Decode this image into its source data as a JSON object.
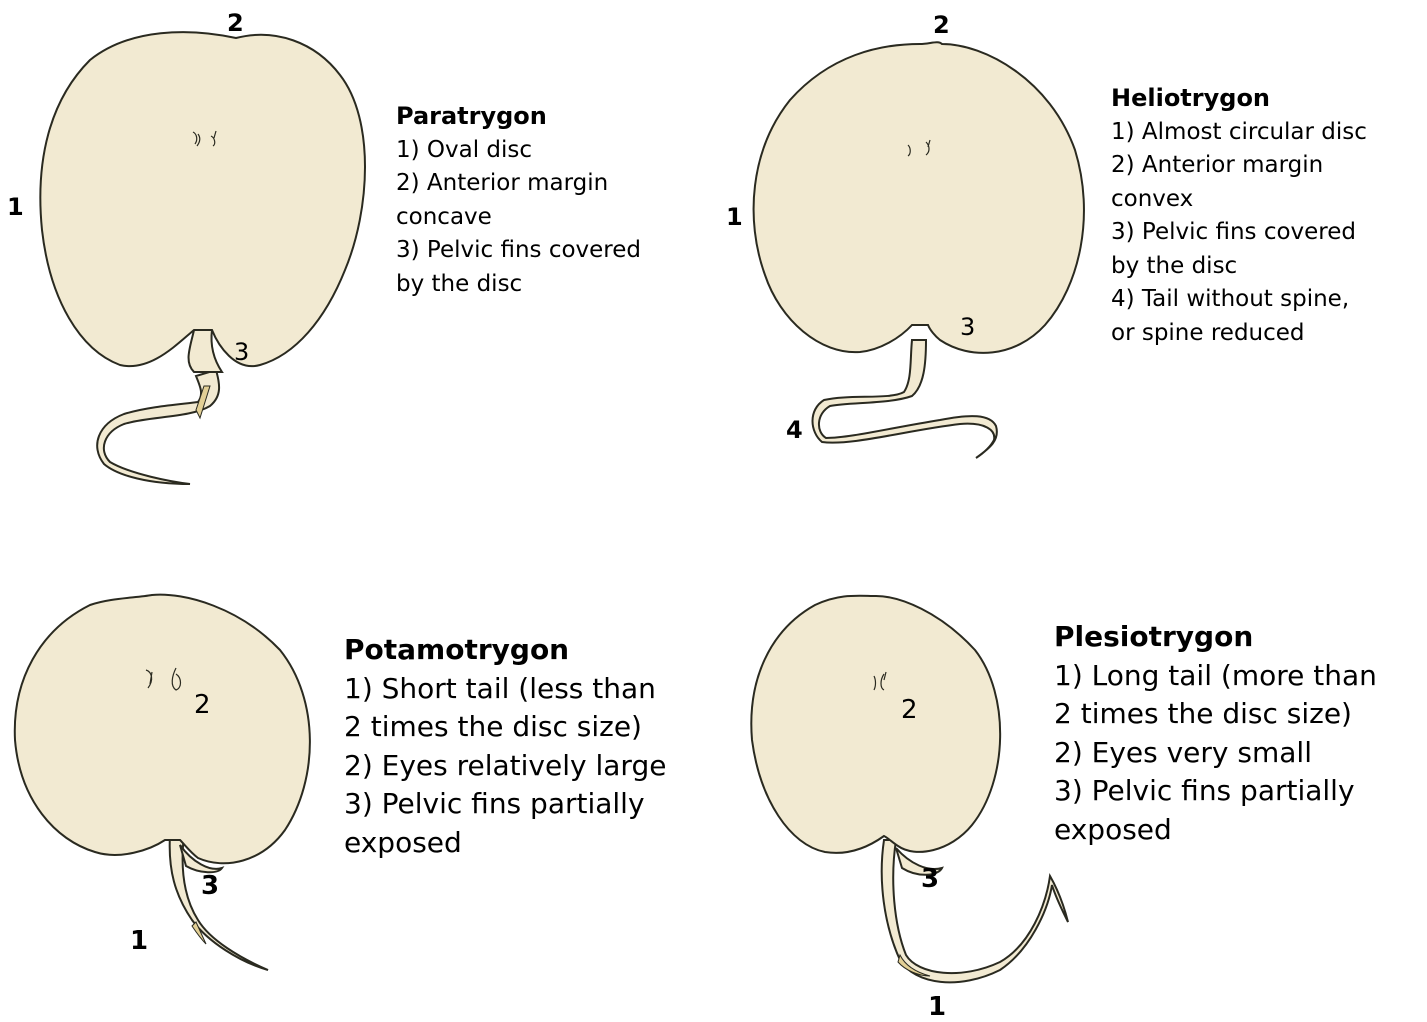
{
  "colors": {
    "body_fill": "#f2ead2",
    "outline": "#2a2a20",
    "spine_fill": "#e2cf95"
  },
  "species": [
    {
      "title": "Paratrygon",
      "lines": [
        "1) Oval disc",
        "2) Anterior margin",
        "concave",
        "3) Pelvic fins covered",
        "by the disc"
      ],
      "labels": [
        "1",
        "2",
        "3"
      ]
    },
    {
      "title": "Heliotrygon",
      "lines": [
        "1) Almost circular disc",
        "2) Anterior margin",
        "convex",
        "3) Pelvic fins covered",
        "by the disc",
        "4) Tail without spine,",
        "or spine reduced"
      ],
      "labels": [
        "1",
        "2",
        "3",
        "4"
      ]
    },
    {
      "title": "Potamotrygon",
      "lines": [
        "1) Short tail (less than",
        "2 times the disc size)",
        "2) Eyes relatively large",
        "3) Pelvic fins partially",
        "exposed"
      ],
      "labels": [
        "1",
        "2",
        "3"
      ]
    },
    {
      "title": "Plesiotrygon",
      "lines": [
        "1) Long tail (more than",
        "2 times the disc size)",
        "2) Eyes very small",
        "3) Pelvic fins partially",
        "exposed"
      ],
      "labels": [
        "1",
        "2",
        "3"
      ]
    }
  ]
}
